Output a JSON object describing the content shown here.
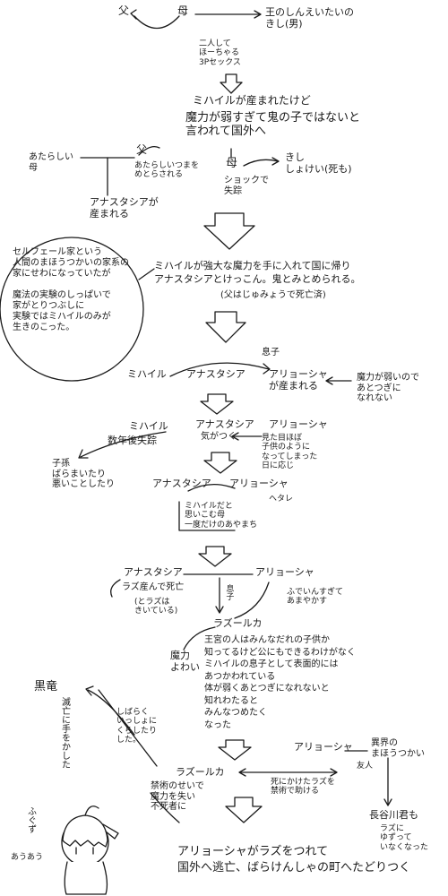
{
  "top": {
    "father": "父",
    "mother": "母",
    "king": "王のしんえいたいの\nきし(男)",
    "flight": "二人して\nほーちゃる\n3Pセックス"
  },
  "s1": {
    "mihail_born": "ミハイルが産まれたけど",
    "weak_magic": "魔力が弱すぎて鬼の子ではないと\n言われて国外へ",
    "new_mother": "あたらしい\n母",
    "father": "父",
    "father_note": "あたらしいつまを\nめとらされる",
    "mother": "母",
    "shock": "ショックで\n失踪",
    "knight": "きし\nしょけい(死も)",
    "anastasia_born": "アナスタシアが\n産まれる"
  },
  "bubble": {
    "text": "セルフェール家という\n人間のまほうつかいの家系の\n家にせわになっていたが\n\n魔法の実験のしっぱいで\n家がとりつぶしに\n実験ではミハイルのみが\n生きのこった。"
  },
  "s2": {
    "return": "ミハイルが強大な魔力を手に入れて国に帰り\nアナスタシアとけっこん。鬼とみとめられる。",
    "note": "(父はじゅみょうで死亡済)"
  },
  "s3": {
    "son_label": "息子",
    "mihail": "ミハイル",
    "anastasia": "アナスタシア",
    "alyosha_born": "アリョーシャ\nが産まれる",
    "weak_note": "魔力が弱いので\nあとつぎに\nなれない"
  },
  "s4": {
    "mihail": "ミハイル",
    "mihail_gone": "数年後失踪",
    "anastasia": "アナスタシア",
    "noticed": "気がつく",
    "alyosha": "アリョーシャ",
    "looks_note": "見た目ほぼ\n子供のように\nなってしまった\n日に応じ",
    "kids": "子孫\nばらまいたり\n悪いことしたり"
  },
  "s5": {
    "anastasia": "アナスタシア",
    "alyosha": "アリョーシャ",
    "hetare": "ヘタレ",
    "believe": "ミハイルだと\n思いこむ母\n一度だけのあやまち"
  },
  "s6": {
    "anastasia": "アナスタシア",
    "alyosha": "アリョーシャ",
    "died": "ラズ産んで死亡",
    "razu_know": "(とラズは\nきいている)",
    "son": "息子",
    "spoil": "ふでいんすぎて\nあまやかす",
    "razurka": "ラズールカ",
    "palace": "王宮の人はみんなだれの子供か\n知ってるけど公にもできるわけがなく\nミハイルの息子として表面的には\nあつかわれている\n体が弱くあとつぎになれないと\n知れわたると\nみんなつめたく\nなった",
    "weak_magic": "魔力\nよわい"
  },
  "s7": {
    "black_dragon": "黒竜",
    "dragon_hand": "滅亡に手をかした",
    "lonely": "しばらく\nいっしょに\nくらしたり\nした。",
    "razurka": "ラズールカ",
    "alyosha": "アリョーシャ",
    "friend": "友人",
    "other_world": "異界の\nまほうつかい",
    "saves": "死にかけたラズを\n禁術で助ける",
    "nagatari": "長谷川君も",
    "nagatari_note": "ラズに\nゆずって\nいなくなった",
    "immortal": "禁術のせいで\n魔力を失い\n不死者に",
    "fuguzu": "ふぐず",
    "auau": "あうあう"
  },
  "final": {
    "text": "アリョーシャがラズをつれて\n国外へ逃亡、ばらけんしゃの町へたどりつく"
  }
}
